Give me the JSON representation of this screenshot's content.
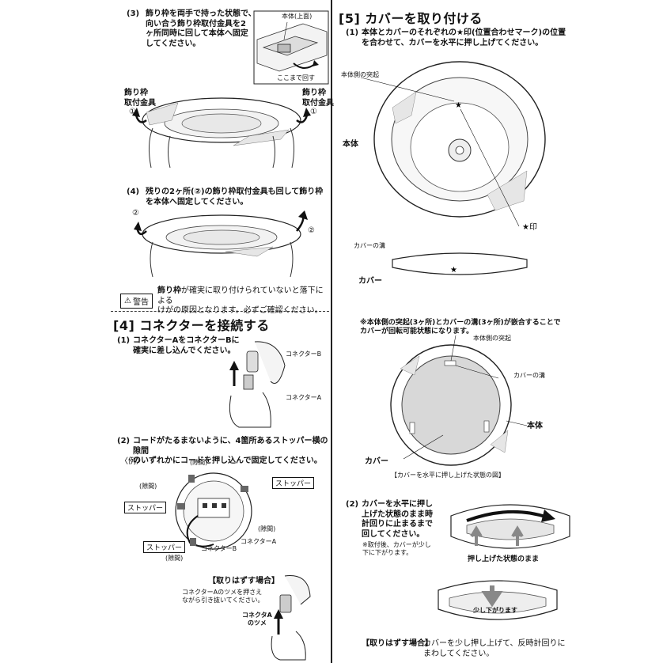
{
  "left": {
    "step3": {
      "num": "(3)",
      "text": [
        "飾り枠を両手で持った状態で、",
        "向い合う飾り枠取付金具を2",
        "ヶ所同時に回して本体へ固定",
        "してください。"
      ],
      "inset_top": "本体(上面)",
      "inset_bottom": "ここまで回す",
      "label_left": [
        "飾り枠",
        "取付金具"
      ],
      "label_right": [
        "飾り枠",
        "取付金具"
      ],
      "marker_left": "①",
      "marker_right": "①"
    },
    "step4": {
      "num": "(4)",
      "text": [
        "残りの2ヶ所(②)の飾り枠取付金具も回して飾り枠",
        "を本体へ固定してください。"
      ],
      "marker_left": "②",
      "marker_right": "②"
    },
    "warning": {
      "badge": "警告",
      "bold": "飾り枠",
      "text_line1": "が確実に取り付けられていないと落下による",
      "text_line2": "けがの原因となります。必ずご確認ください。"
    },
    "section4": {
      "title": "[4]  コネクターを接続する",
      "step1": {
        "num": "(1)",
        "text": [
          "コネクターAをコネクターBに",
          "確実に差し込んでください。"
        ],
        "label_b": "コネクターB",
        "label_a": "コネクターA"
      },
      "step2": {
        "num": "(2)",
        "text": [
          "コードがたるまないように、4箇所あるストッパー横の隙間",
          "のいずれかにコードを押し込んで固定してください。"
        ],
        "example": "〈例〉",
        "gap": "(隙間)",
        "stopper": "ストッパー",
        "connector_b": "コネクターB",
        "connector_a": "コネクターA"
      },
      "remove": {
        "title": "【取りはずす場合】",
        "text": [
          "コネクターAのツメを押さえ",
          "ながら引き抜いてください。"
        ],
        "label": [
          "コネクタA",
          "のツメ"
        ]
      }
    }
  },
  "right": {
    "section5": {
      "title": "[5]  カバーを取り付ける",
      "step1": {
        "num": "(1)",
        "text": [
          "本体とカバーのそれぞれの★印(位置合わせマーク)の位置",
          "を合わせて、カバーを水平に押し上げてください。"
        ],
        "body_protrusion": "本体側の突起",
        "body": "本体",
        "star_mark": "★印",
        "cover_groove": "カバーの溝",
        "cover": "カバー"
      },
      "note": {
        "line1": "※本体側の突起(3ヶ所)とカバーの溝(3ヶ所)が嵌合することで",
        "line2": "カバーが回転可能状態になります。",
        "body_protrusion": "本体側の突起",
        "cover_groove": "カバーの溝",
        "body": "本体",
        "cover": "カバー",
        "caption": "【カバーを水平に押し上げた状態の図】"
      },
      "step2": {
        "num": "(2)",
        "text": [
          "カバーを水平に押し",
          "上げた状態のまま時",
          "計回りに止まるまで",
          "回してください。"
        ],
        "note": [
          "※取付後、カバーが少し",
          "下に下がります。"
        ],
        "pushed_label": "押し上げた状態のまま",
        "lowered_label": "少し下がります"
      },
      "remove": {
        "title": "【取りはずす場合】",
        "text": [
          "カバーを少し押し上げて、反時計回りに",
          "まわしてください。"
        ]
      }
    }
  }
}
